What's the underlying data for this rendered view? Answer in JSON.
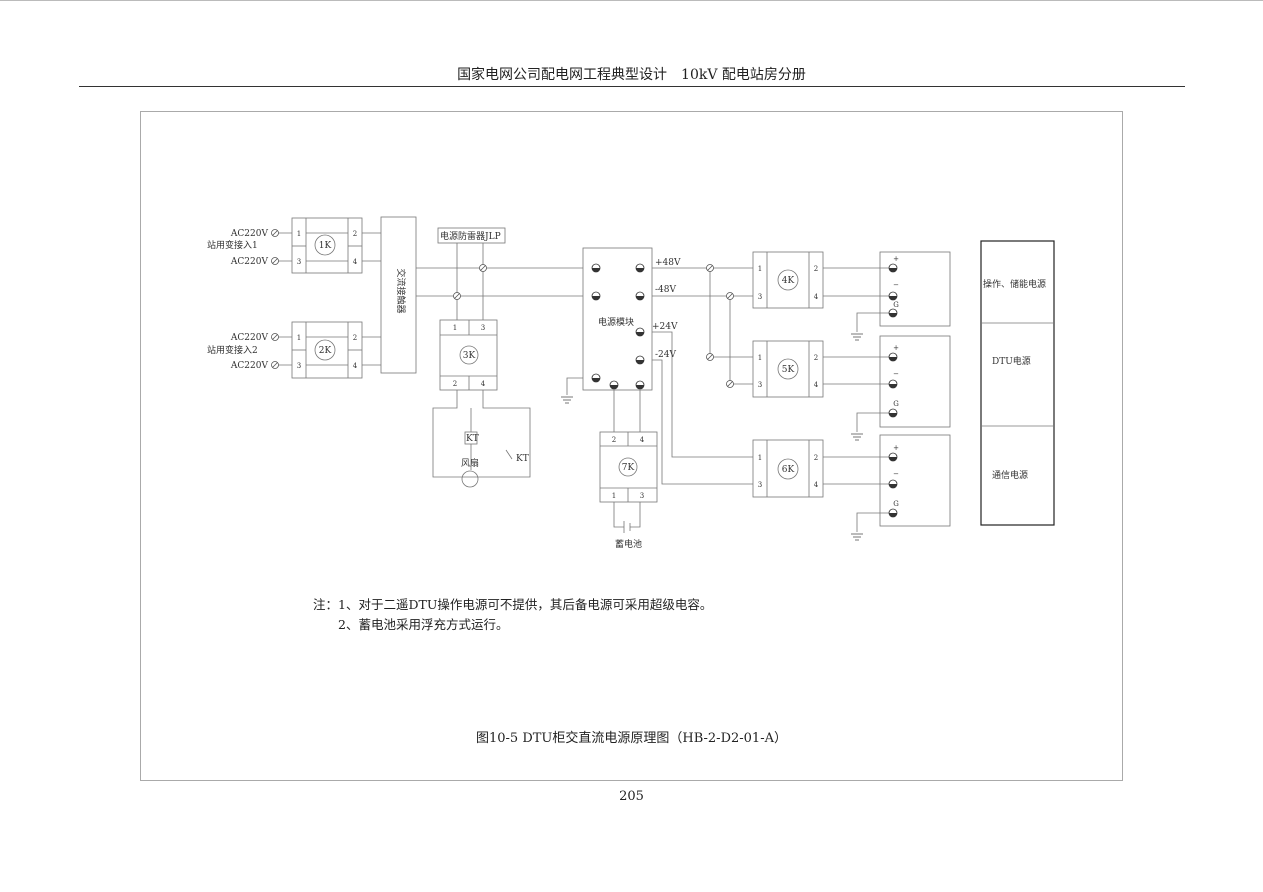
{
  "header": {
    "title": "国家电网公司配电网工程典型设计　10kV 配电站房分册"
  },
  "diagram": {
    "ac1_top": "AC220V",
    "ac1_bottom": "AC220V",
    "ac1_label": "站用变接入1",
    "ac2_top": "AC220V",
    "ac2_bottom": "AC220V",
    "ac2_label": "站用变接入2",
    "k1": "1K",
    "k2": "2K",
    "k3": "3K",
    "k4": "4K",
    "k5": "5K",
    "k6": "6K",
    "k7": "7K",
    "pins": {
      "p1": "1",
      "p2": "2",
      "p3": "3",
      "p4": "4"
    },
    "contactor": "交流接触器",
    "surge": "电源防雷器JLP",
    "kt": "KT",
    "kt_switch": "KT",
    "fan": "风扇",
    "power_module": "电源模块",
    "v_p48": "+48V",
    "v_m48": "-48V",
    "v_p24": "+24V",
    "v_m24": "-24V",
    "battery": "蓄电池",
    "term_plus": "+",
    "term_minus": "−",
    "term_g": "G",
    "load1": "操作、储能电源",
    "load2": "DTU电源",
    "load3": "通信电源"
  },
  "notes": {
    "line1": "注：1、对于二遥DTU操作电源可不提供，其后备电源可采用超级电容。",
    "line2": "2、蓄电池采用浮充方式运行。"
  },
  "caption": "图10-5 DTU柜交直流电源原理图（HB-2-D2-01-A）",
  "page_number": "205"
}
